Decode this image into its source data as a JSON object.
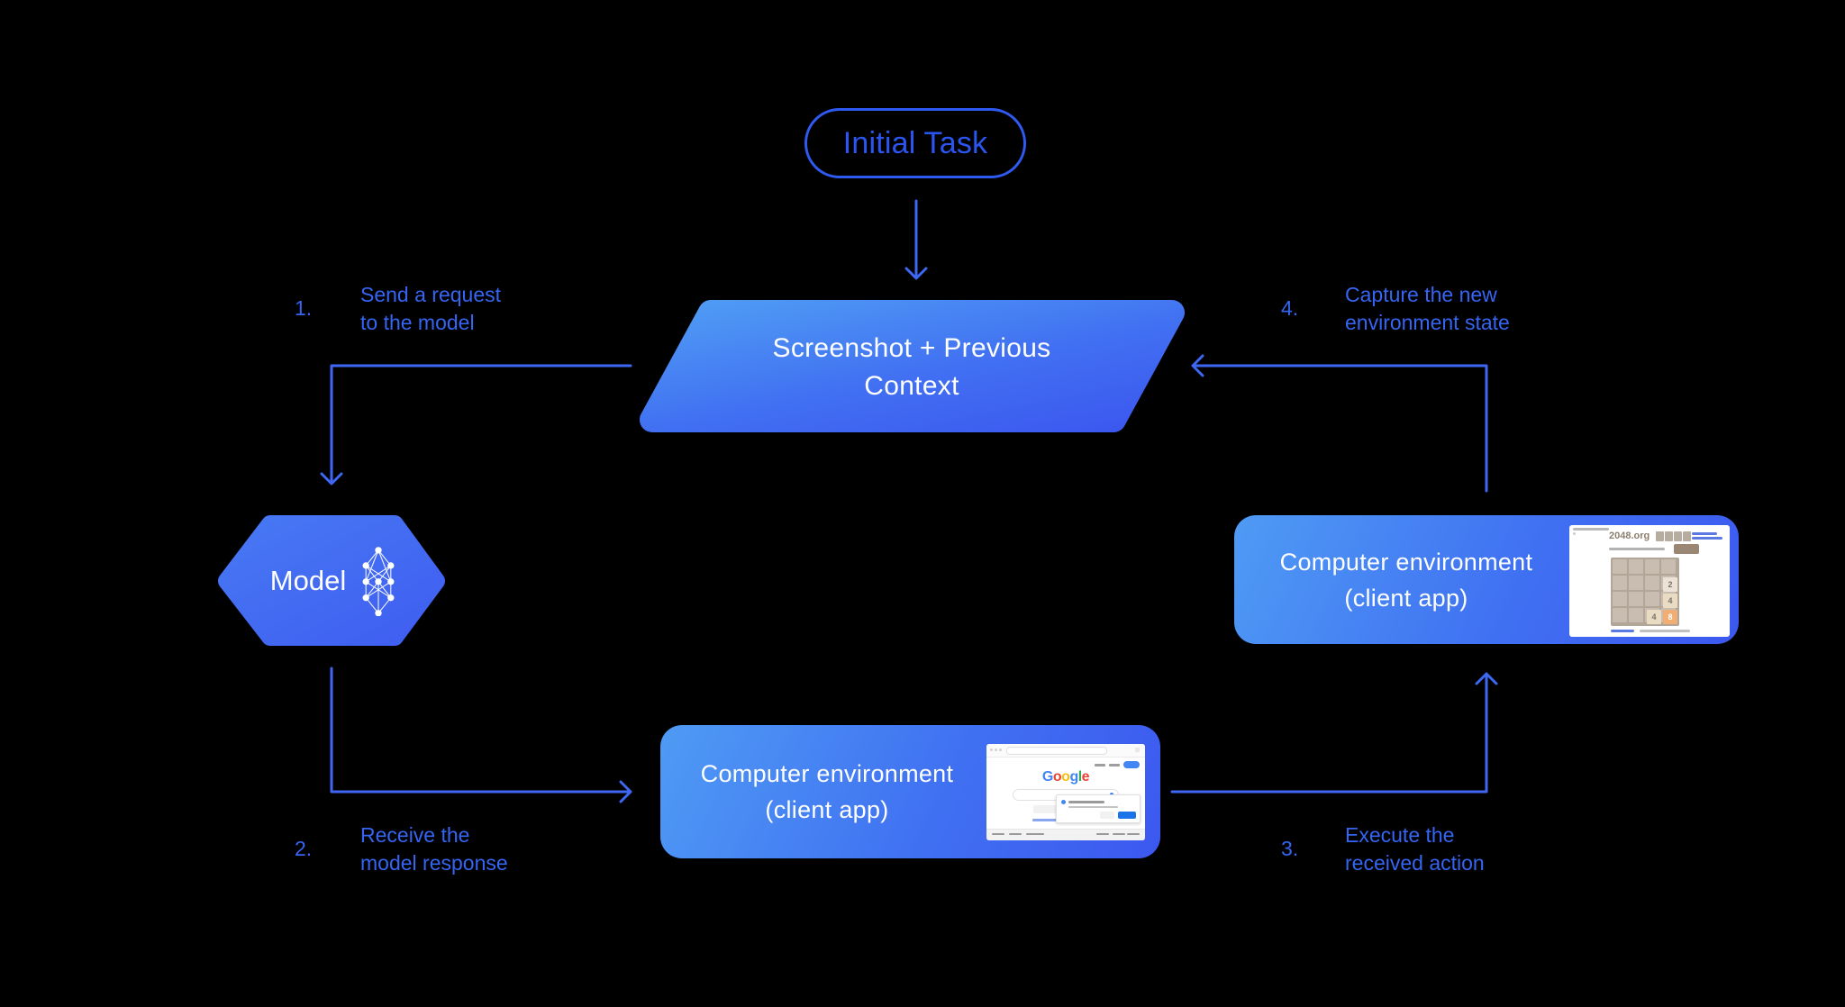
{
  "colors": {
    "background": "#000000",
    "accent_line": "#3e67f3",
    "label_text": "#3565f2",
    "pill_outline": "#2e5af2",
    "shape_gradient_start": "#4f9bf4",
    "shape_gradient_end": "#3c58ef",
    "text_on_shape": "#ffffff"
  },
  "nodes": {
    "initial_task": {
      "label": "Initial Task"
    },
    "screenshot_context": {
      "lines": [
        "Screenshot + Previous",
        "Context"
      ]
    },
    "model": {
      "label": "Model"
    },
    "env_client_bottom": {
      "lines": [
        "Computer environment",
        "(client app)"
      ]
    },
    "env_client_right": {
      "lines": [
        "Computer environment",
        "(client app)"
      ]
    }
  },
  "steps": [
    {
      "number": "1.",
      "lines": [
        "Send a request",
        "to the model"
      ]
    },
    {
      "number": "2.",
      "lines": [
        "Receive the",
        "model response"
      ]
    },
    {
      "number": "3.",
      "lines": [
        "Execute the",
        "received action"
      ]
    },
    {
      "number": "4.",
      "lines": [
        "Capture the new",
        "environment state"
      ]
    }
  ],
  "mini_google": {
    "logo_letters": [
      "G",
      "o",
      "o",
      "g",
      "l",
      "e"
    ],
    "logo_colors": [
      "#4285F4",
      "#EA4335",
      "#FBBC05",
      "#4285F4",
      "#34A853",
      "#EA4335"
    ],
    "signin_button_color": "#4285f4",
    "dialog_button_color": "#1a73e8"
  },
  "mini_2048": {
    "title": "2048.org",
    "board_color": "#b2a698",
    "cell_color": "#c8bdb0",
    "tiles": [
      {
        "row": 2,
        "col": 4,
        "value": "2",
        "color": "#ece2d6"
      },
      {
        "row": 3,
        "col": 4,
        "value": "4",
        "color": "#e9dcc2"
      },
      {
        "row": 4,
        "col": 3,
        "value": "4",
        "color": "#e9dcc2"
      },
      {
        "row": 4,
        "col": 4,
        "value": "8",
        "color": "#f0ae74"
      }
    ]
  }
}
